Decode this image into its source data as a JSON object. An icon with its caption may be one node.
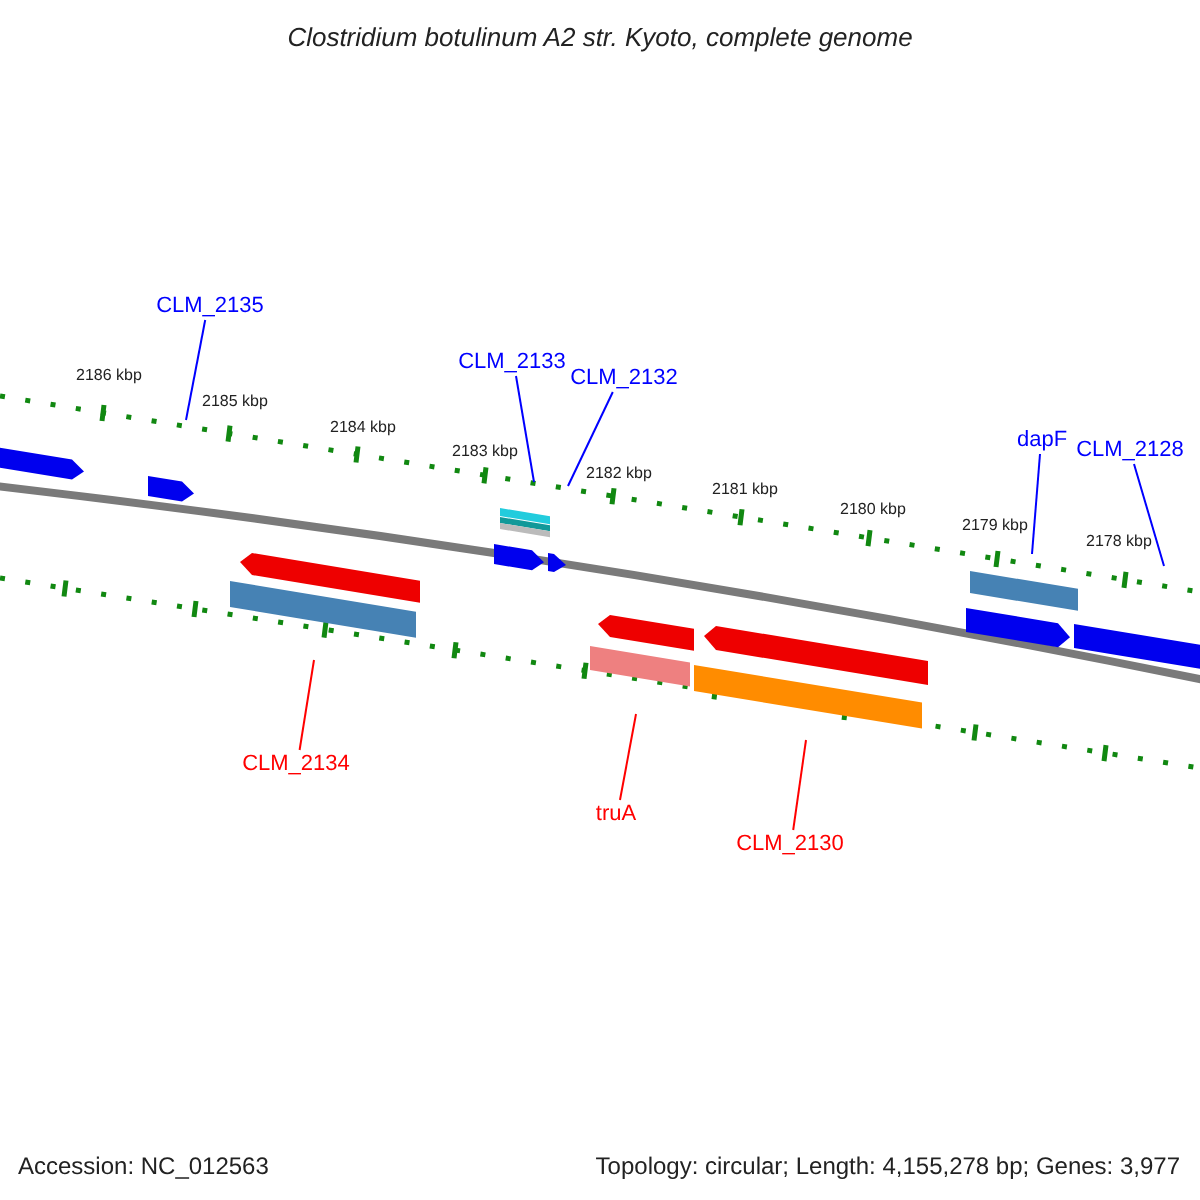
{
  "diagram": {
    "title": "Clostridium botulinum A2 str. Kyoto, complete genome",
    "nodes": [
      {
        "text": [
          "CLM_2135"
        ]
      },
      {
        "text": [
          "CLM_2133"
        ]
      },
      {
        "text": [
          "CLM_2132"
        ]
      },
      {
        "text": [
          "dapF"
        ]
      },
      {
        "text": [
          "CLM_2128"
        ]
      },
      {
        "text": [
          "CLM_2134"
        ]
      },
      {
        "text": [
          "truA"
        ]
      },
      {
        "text": [
          "CLM_2130"
        ]
      }
    ],
    "edges": [
      {
        "from": 0,
        "to": null,
        "arrow": "none"
      },
      {
        "from": 1,
        "to": null,
        "arrow": "none"
      },
      {
        "from": 2,
        "to": null,
        "arrow": "none"
      },
      {
        "from": 3,
        "to": null,
        "arrow": "none"
      },
      {
        "from": 4,
        "to": null,
        "arrow": "none"
      },
      {
        "from": 5,
        "to": null,
        "arrow": "none",
        "color": "#ff0000"
      },
      {
        "from": 6,
        "to": null,
        "arrow": "none",
        "color": "#ff0000"
      },
      {
        "from": 7,
        "to": null,
        "arrow": "none",
        "color": "#ff0000"
      }
    ],
    "labels": [
      "2186 kbp",
      "2185 kbp",
      "2184 kbp",
      "2183 kbp",
      "2182 kbp",
      "2181 kbp",
      "2180 kbp",
      "2179 kbp",
      "2178 kbp",
      "Accession: NC_012563",
      "Topology: circular; Length: 4,155,278 bp; Genes: 3,977"
    ]
  }
}
